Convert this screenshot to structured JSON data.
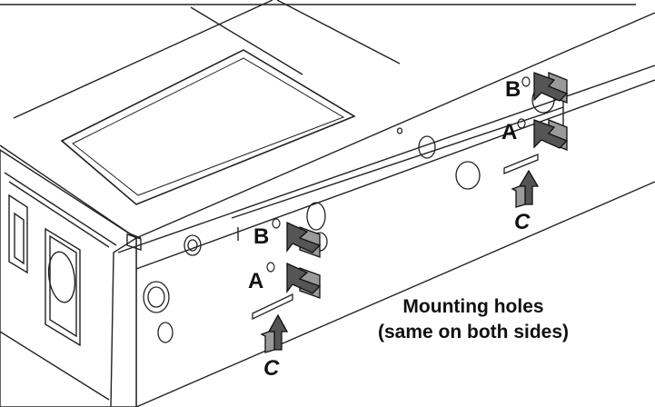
{
  "callouts": {
    "front_b": "B",
    "front_a": "A",
    "front_c": "C",
    "rear_b": "B",
    "rear_a": "A",
    "rear_c": "C"
  },
  "caption": {
    "line1": "Mounting holes",
    "line2": "(same on both sides)"
  },
  "colors": {
    "line": "#222222",
    "arrow_fill": "#555555",
    "arrow_face": "#9a9a9a",
    "background": "#ffffff"
  }
}
